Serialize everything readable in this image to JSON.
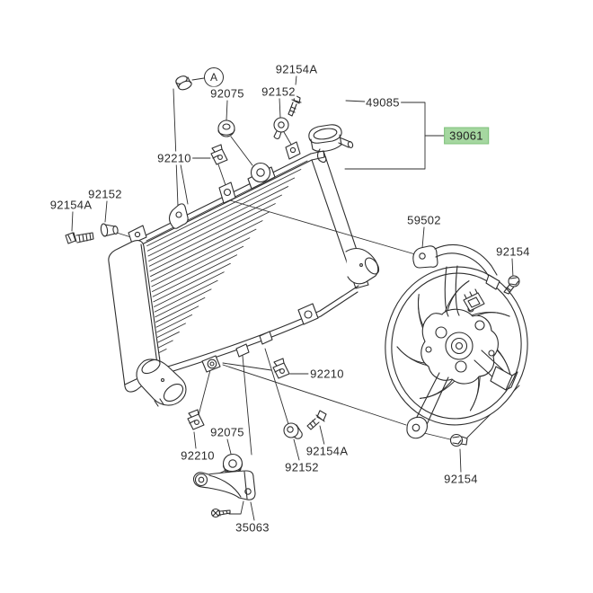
{
  "diagram": {
    "type": "parts-diagram",
    "subject": "Radiator assembly",
    "highlighted_part_number": "39061",
    "detail_marker": "A",
    "colors": {
      "background": "#ffffff",
      "line": "#2e2e2e",
      "label_text": "#2a2a2a",
      "highlight_fill": "#a5d7a0",
      "highlight_border": "#7ec17a"
    },
    "callouts": {
      "marker_a": {
        "label": "A"
      },
      "p49085": {
        "label": "49085"
      },
      "p39061": {
        "label": "39061"
      },
      "p92075_top": {
        "label": "92075"
      },
      "p92152_top": {
        "label": "92152"
      },
      "p92154a_top": {
        "label": "92154A"
      },
      "p92210_top_left": {
        "label": "92210"
      },
      "p92152_left": {
        "label": "92152"
      },
      "p92154a_left": {
        "label": "92154A"
      },
      "p59502": {
        "label": "59502"
      },
      "p92154_right": {
        "label": "92154"
      },
      "p92210_right": {
        "label": "92210"
      },
      "p92210_bottom": {
        "label": "92210"
      },
      "p92075_bottom": {
        "label": "92075"
      },
      "p92152_bottom": {
        "label": "92152"
      },
      "p92154a_bottom": {
        "label": "92154A"
      },
      "p35063": {
        "label": "35063"
      },
      "p92154_bottom": {
        "label": "92154"
      }
    }
  }
}
